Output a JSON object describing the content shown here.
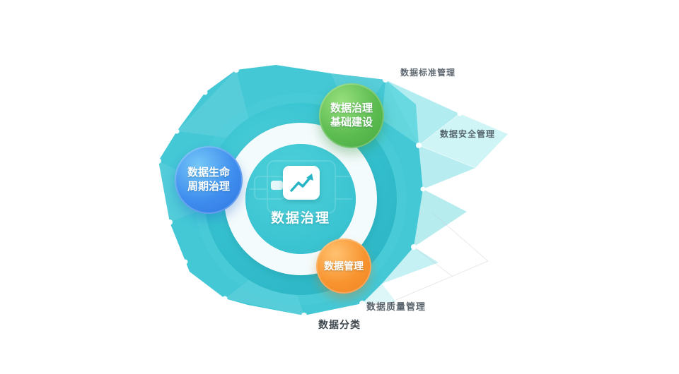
{
  "diagram": {
    "center": {
      "label": "数据治理",
      "icon": "trend-chart-icon"
    },
    "nodes": [
      {
        "id": "infrastructure",
        "lines": [
          "数据治理",
          "基础建设"
        ],
        "color": "#5cbc50"
      },
      {
        "id": "lifecycle",
        "lines": [
          "数据生命",
          "周期治理"
        ],
        "color": "#3f8dee"
      },
      {
        "id": "management",
        "lines": [
          "数据管理"
        ],
        "color": "#f8942f"
      }
    ],
    "faded_labels": [
      {
        "text": "数据标准管理"
      },
      {
        "text": "数据安全管理"
      },
      {
        "text": "数据质量管理"
      },
      {
        "text": "数据分类"
      }
    ],
    "colors": {
      "teal_base": "#3cc6d4",
      "teal_light": "#8ae4e6",
      "ring_white": "#f4fbfc",
      "icon_stroke": "#2ab5c6"
    }
  }
}
